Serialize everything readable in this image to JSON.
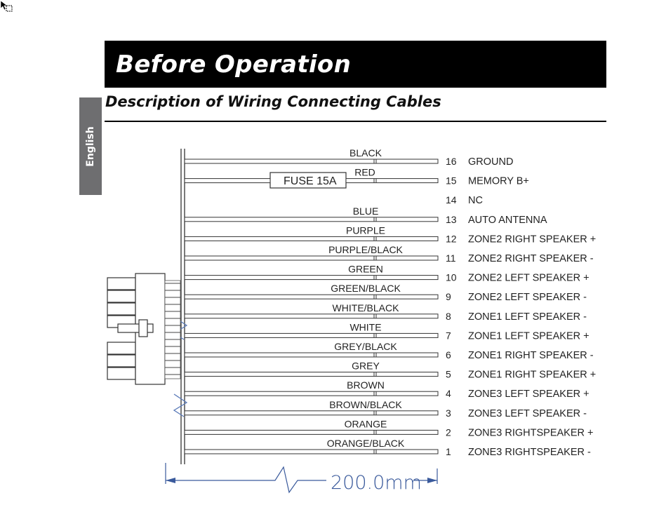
{
  "header": {
    "title": "Before Operation"
  },
  "side_tab": {
    "label": "English"
  },
  "section": {
    "title": "Description of Wiring Connecting Cables"
  },
  "fuse": {
    "label": "FUSE 15A"
  },
  "dimension": {
    "label": "200.0mm"
  },
  "wires": [
    {
      "pin": "16",
      "color": "BLACK",
      "name": "GROUND"
    },
    {
      "pin": "15",
      "color": "RED",
      "name": "MEMORY B+"
    },
    {
      "pin": "14",
      "color": "",
      "name": "NC"
    },
    {
      "pin": "13",
      "color": "BLUE",
      "name": "AUTO ANTENNA"
    },
    {
      "pin": "12",
      "color": "PURPLE",
      "name": "ZONE2 RIGHT SPEAKER +"
    },
    {
      "pin": "11",
      "color": "PURPLE/BLACK",
      "name": "ZONE2 RIGHT SPEAKER -"
    },
    {
      "pin": "10",
      "color": "GREEN",
      "name": "ZONE2 LEFT SPEAKER +"
    },
    {
      "pin": "9",
      "color": "GREEN/BLACK",
      "name": "ZONE2 LEFT SPEAKER -"
    },
    {
      "pin": "8",
      "color": "WHITE/BLACK",
      "name": "ZONE1 LEFT SPEAKER -"
    },
    {
      "pin": "7",
      "color": "WHITE",
      "name": "ZONE1 LEFT SPEAKER +"
    },
    {
      "pin": "6",
      "color": "GREY/BLACK",
      "name": "ZONE1 RIGHT SPEAKER -"
    },
    {
      "pin": "5",
      "color": "GREY",
      "name": "ZONE1 RIGHT SPEAKER +"
    },
    {
      "pin": "4",
      "color": "BROWN",
      "name": "ZONE3 LEFT SPEAKER +"
    },
    {
      "pin": "3",
      "color": "BROWN/BLACK",
      "name": "ZONE3 LEFT SPEAKER -"
    },
    {
      "pin": "2",
      "color": "ORANGE",
      "name": "ZONE3 RIGHTSPEAKER +"
    },
    {
      "pin": "1",
      "color": "ORANGE/BLACK",
      "name": "ZONE3 RIGHTSPEAKER -"
    }
  ]
}
